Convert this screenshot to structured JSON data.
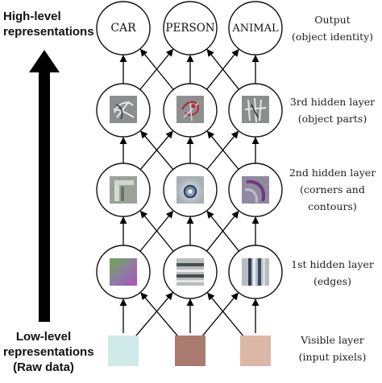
{
  "left_annotation": {
    "top_line1": "High-level",
    "top_line2": "representations",
    "bottom_line1": "Low-level",
    "bottom_line2": "representations",
    "bottom_line3": "(Raw data)"
  },
  "layers": [
    {
      "id": "output",
      "title": "Output",
      "subtitle1": "(object identity)",
      "subtitle2": "",
      "nodes": [
        "CAR",
        "PERSON",
        "ANIMAL"
      ]
    },
    {
      "id": "hidden3",
      "title": "3rd hidden layer",
      "subtitle1": "(object parts)",
      "subtitle2": ""
    },
    {
      "id": "hidden2",
      "title": "2nd hidden layer",
      "subtitle1": "(corners and",
      "subtitle2": "contours)"
    },
    {
      "id": "hidden1",
      "title": "1st hidden layer",
      "subtitle1": "(edges)",
      "subtitle2": ""
    },
    {
      "id": "visible",
      "title": "Visible layer",
      "subtitle1": "(input pixels)",
      "subtitle2": ""
    }
  ],
  "colors": {
    "arrow": "#000000",
    "node_stroke": "#111111",
    "visible_pixel_colors": [
      "#cfe9e8",
      "#a97b6e",
      "#dcb7a6"
    ]
  },
  "icons": {
    "hidden3": [
      "car-part-feature-icon",
      "person-part-feature-icon",
      "animal-part-feature-icon"
    ],
    "hidden2": [
      "corner-feature-icon",
      "contour-ring-feature-icon",
      "curve-feature-icon"
    ],
    "hidden1": [
      "color-gradient-edge-icon",
      "horizontal-edges-icon",
      "vertical-edges-icon"
    ],
    "visible": [
      "pixel-cyan-icon",
      "pixel-brown-icon",
      "pixel-tan-icon"
    ]
  }
}
